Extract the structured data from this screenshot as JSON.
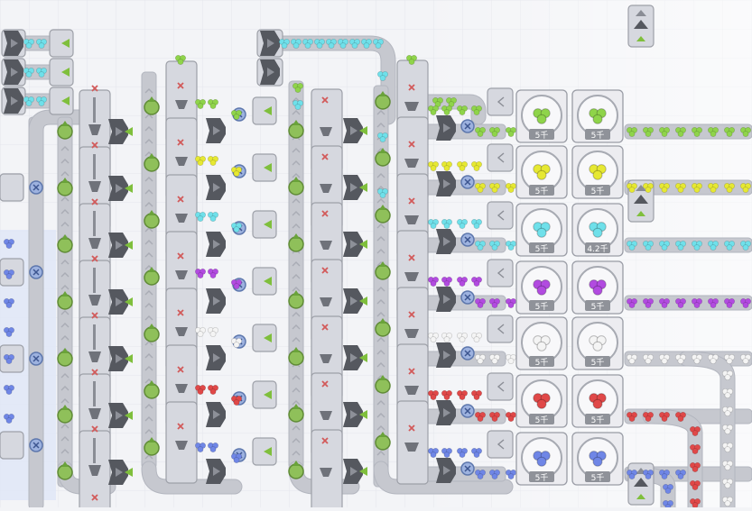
{
  "game": {
    "title": "",
    "machine_rate_label": "5千",
    "machine_rate_label_alt": "4.2千",
    "colors": {
      "background": "#f3f4f7",
      "grid": "#e4e6ec",
      "belt": "#c6c8cf",
      "belt_edge": "#b3b6bf",
      "block": "#d6d8df",
      "dark": "#55585f",
      "machine": "#ececf0",
      "blue_zone": "#dfe6f6"
    },
    "shape_colors": {
      "green": "#8fd44a",
      "yellow": "#e6e832",
      "cyan": "#6fe0ea",
      "purple": "#b24be0",
      "white": "#f4f4f4",
      "red": "#e04848",
      "blue": "#6f86e6"
    },
    "icons": [
      "balancer-icon",
      "splitter-icon",
      "rotator-icon",
      "painter-icon",
      "arrow-icon",
      "conveyor-belt-icon",
      "shape-item-icon",
      "delete-marker-icon"
    ],
    "rows": [
      {
        "color": "green",
        "rate_a": "5千",
        "rate_b": "5千"
      },
      {
        "color": "yellow",
        "rate_a": "5千",
        "rate_b": "5千"
      },
      {
        "color": "cyan",
        "rate_a": "5千",
        "rate_b": "4.2千"
      },
      {
        "color": "purple",
        "rate_a": "5千",
        "rate_b": "5千"
      },
      {
        "color": "white",
        "rate_a": "5千",
        "rate_b": "5千"
      },
      {
        "color": "red",
        "rate_a": "5千",
        "rate_b": "5千"
      },
      {
        "color": "blue",
        "rate_a": "5千",
        "rate_b": "5千"
      }
    ]
  }
}
